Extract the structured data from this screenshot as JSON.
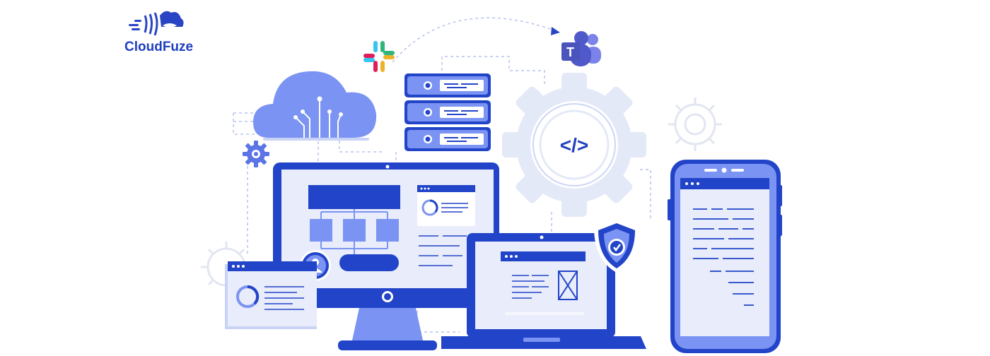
{
  "brand": {
    "name": "CloudFuze",
    "color": "#1f3fbf",
    "logo_icon": "cloudfuze-waves-logo"
  },
  "colors": {
    "primary": "#2244c8",
    "light": "#7b93f2",
    "pale": "#e8ecfb",
    "gear": "#e4e9f8"
  },
  "icons": {
    "slack": "slack-logo",
    "teams": "microsoft-teams-logo",
    "code": "</>",
    "shield": "shield-check-icon",
    "user": "user-icon"
  }
}
